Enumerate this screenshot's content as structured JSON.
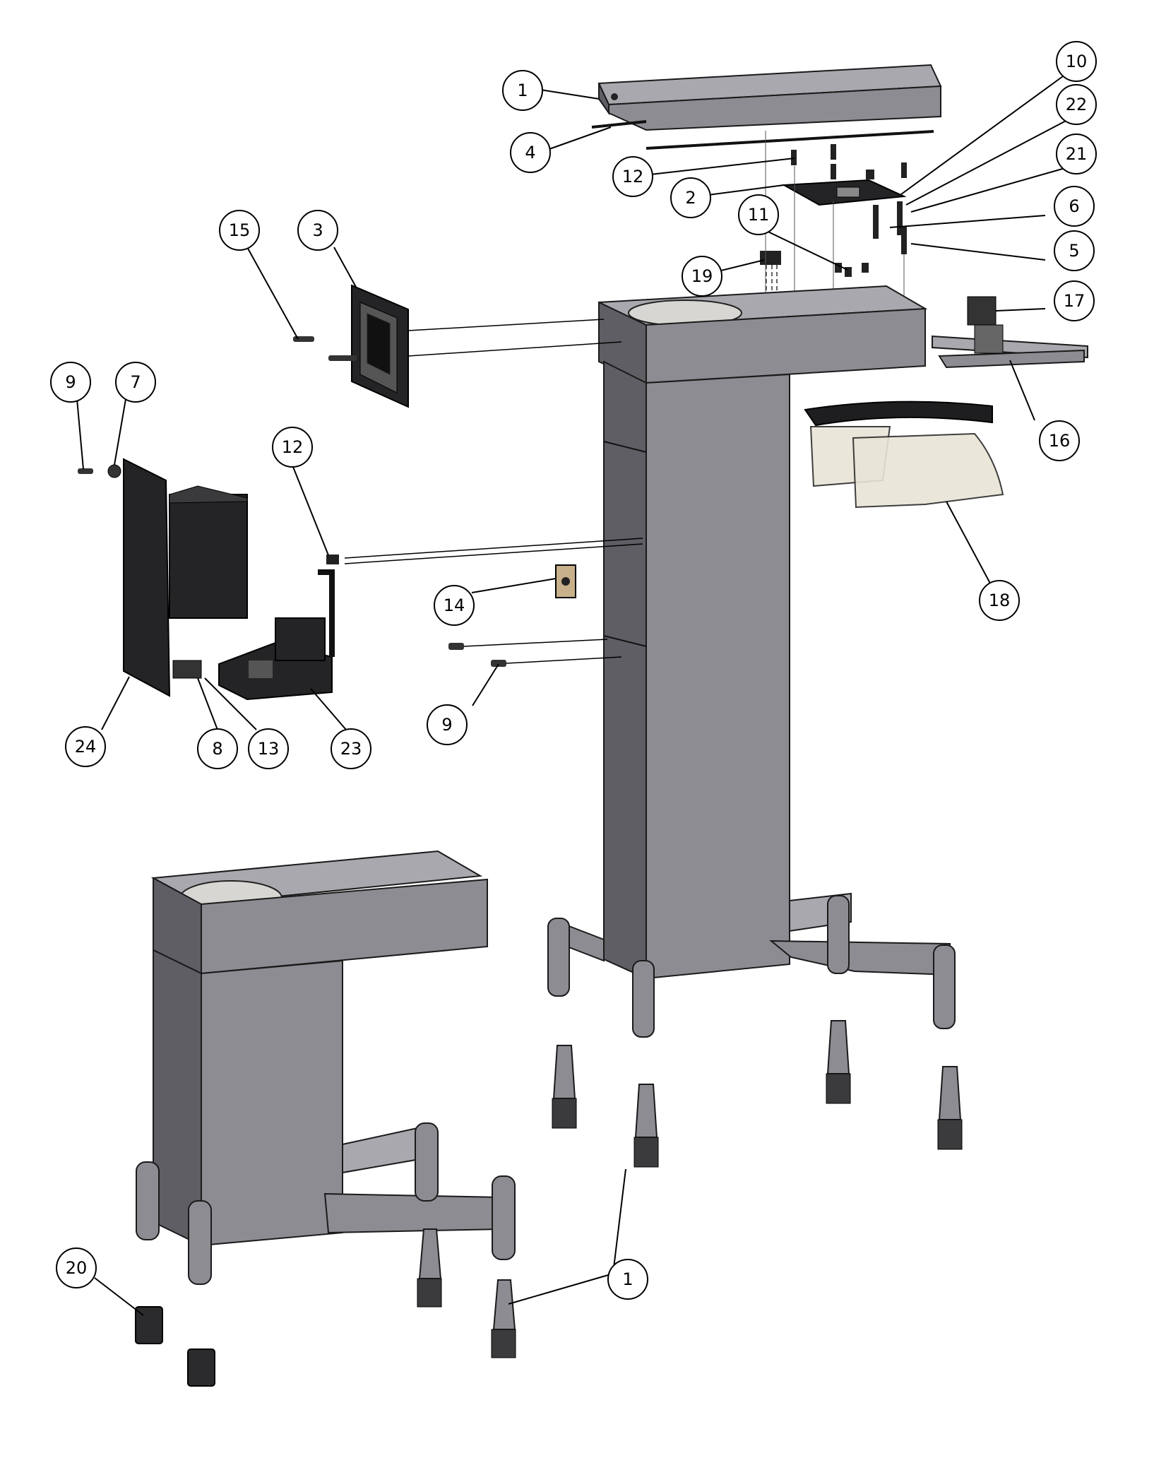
{
  "diagram": {
    "callouts": [
      {
        "id": "c1a",
        "label": "1"
      },
      {
        "id": "c4",
        "label": "4"
      },
      {
        "id": "c12a",
        "label": "12"
      },
      {
        "id": "c2",
        "label": "2"
      },
      {
        "id": "c10",
        "label": "10"
      },
      {
        "id": "c22",
        "label": "22"
      },
      {
        "id": "c21",
        "label": "21"
      },
      {
        "id": "c6",
        "label": "6"
      },
      {
        "id": "c5",
        "label": "5"
      },
      {
        "id": "c11",
        "label": "11"
      },
      {
        "id": "c19",
        "label": "19"
      },
      {
        "id": "c17",
        "label": "17"
      },
      {
        "id": "c16",
        "label": "16"
      },
      {
        "id": "c18",
        "label": "18"
      },
      {
        "id": "c15",
        "label": "15"
      },
      {
        "id": "c3",
        "label": "3"
      },
      {
        "id": "c9a",
        "label": "9"
      },
      {
        "id": "c7",
        "label": "7"
      },
      {
        "id": "c12b",
        "label": "12"
      },
      {
        "id": "c14",
        "label": "14"
      },
      {
        "id": "c9b",
        "label": "9"
      },
      {
        "id": "c24",
        "label": "24"
      },
      {
        "id": "c8",
        "label": "8"
      },
      {
        "id": "c13",
        "label": "13"
      },
      {
        "id": "c23",
        "label": "23"
      },
      {
        "id": "c20",
        "label": "20"
      },
      {
        "id": "c1b",
        "label": "1"
      }
    ]
  }
}
